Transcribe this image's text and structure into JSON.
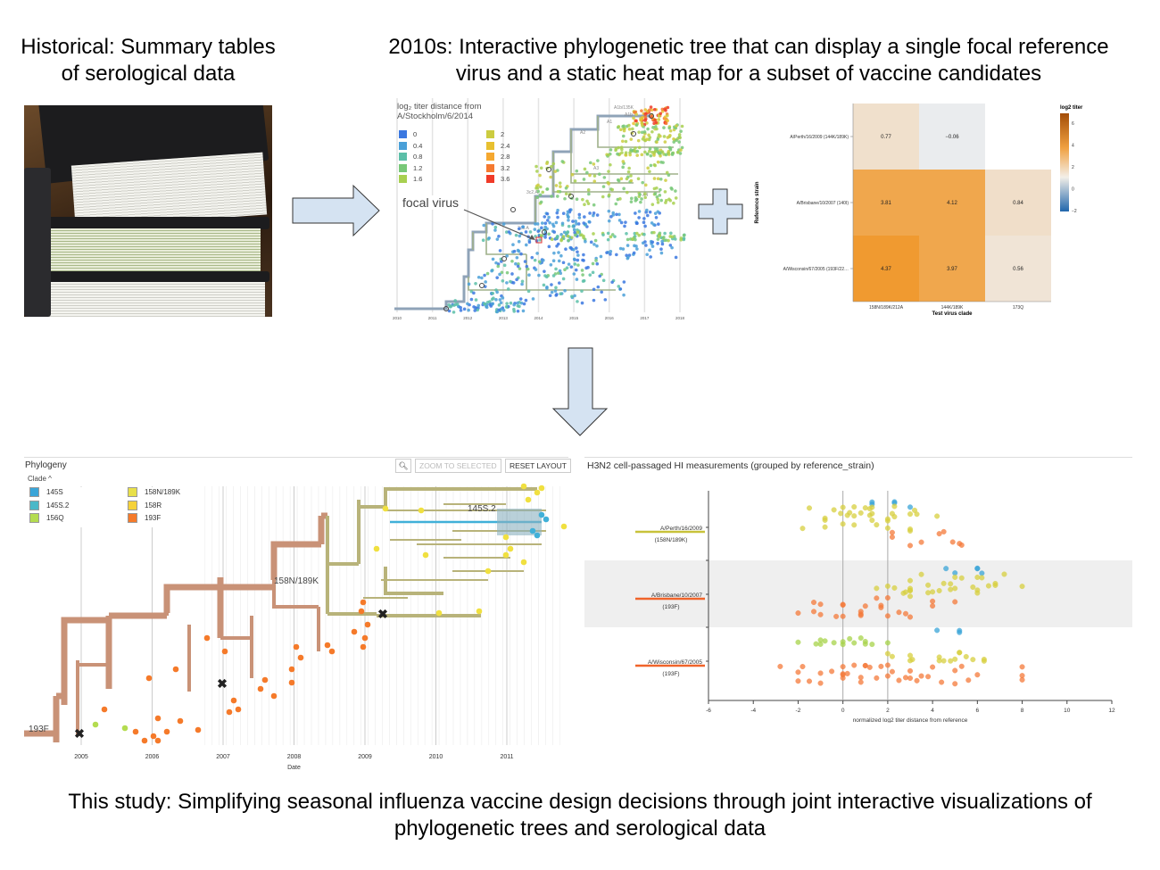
{
  "titles": {
    "historical": "Historical: Summary tables of serological data",
    "modern": "2010s: Interactive phylogenetic tree that can display a single focal reference virus and a static heat map for a subset of vaccine candidates",
    "study": "This study: Simplifying seasonal influenza vaccine design decisions through joint interactive visualizations of phylogenetic trees and serological data"
  },
  "tree_2010s": {
    "legend_title_line1": "log₂ titer distance from",
    "legend_title_line2": "A/Stockholm/6/2014",
    "legend": [
      {
        "value": "0",
        "color": "#3b78e0"
      },
      {
        "value": "0.4",
        "color": "#4aa0d8"
      },
      {
        "value": "0.8",
        "color": "#5cbfa8"
      },
      {
        "value": "1.2",
        "color": "#78c878"
      },
      {
        "value": "1.6",
        "color": "#a8d050"
      },
      {
        "value": "2",
        "color": "#cccc40"
      },
      {
        "value": "2.4",
        "color": "#e8c030"
      },
      {
        "value": "2.8",
        "color": "#f5a830"
      },
      {
        "value": "3.2",
        "color": "#f57a30"
      },
      {
        "value": "3.6",
        "color": "#f03a28"
      }
    ],
    "annotation": "focal virus",
    "clade_labels": [
      "A1b/135K",
      "A1b",
      "A1",
      "A2",
      "A3",
      "A4",
      "3c2.A",
      "3c3.A"
    ],
    "x_ticks": [
      "2010",
      "2011",
      "2012",
      "2013",
      "2014",
      "2015",
      "2016",
      "2017",
      "2018"
    ]
  },
  "heatmap": {
    "chart_data": {
      "type": "heatmap",
      "ylabel": "Reference strain",
      "xlabel": "Test virus clade",
      "rows": [
        "A/Perth/16/2009 (144K/189K)",
        "A/Brisbane/10/2007 (140I)",
        "A/Wisconsin/67/2005 (193F/22…"
      ],
      "columns": [
        "158N/189K/212A",
        "144K/189K",
        "173Q"
      ],
      "values": [
        [
          0.77,
          -0.06,
          null
        ],
        [
          3.81,
          4.12,
          0.84
        ],
        [
          4.37,
          3.97,
          0.56
        ]
      ],
      "labels": [
        [
          "0.77",
          "−0.06",
          ""
        ],
        [
          "3.81",
          "4.12",
          "0.84"
        ],
        [
          "4.37",
          "3.97",
          "0.56"
        ]
      ],
      "legend_title": "log2 titer",
      "legend_ticks": [
        "6",
        "4",
        "2",
        "0",
        "−2"
      ],
      "colors": {
        "low": "#2166ac",
        "mid": "#f0f0f0",
        "high": "#b35806"
      }
    }
  },
  "nextstrain": {
    "panel_title": "Phylogeny",
    "clade_label": "Clade",
    "zoom_icon": "magnifier-icon",
    "zoom_button": "ZOOM TO SELECTED",
    "reset_button": "RESET LAYOUT",
    "legend": [
      {
        "label": "145S",
        "color": "#3aa5d8"
      },
      {
        "label": "145S.2",
        "color": "#4ab8c8"
      },
      {
        "label": "156Q",
        "color": "#b4dc50"
      },
      {
        "label": "158N/189K",
        "color": "#e8e04a"
      },
      {
        "label": "158R",
        "color": "#f5d23a"
      },
      {
        "label": "193F",
        "color": "#f57a2a"
      }
    ],
    "branch_labels": {
      "a": "145S.2",
      "b": "158N/189K",
      "c": "193F"
    },
    "x_ticks": [
      "2005",
      "2006",
      "2007",
      "2008",
      "2009",
      "2010",
      "2011"
    ],
    "x_label": "Date"
  },
  "measurements": {
    "chart_data": {
      "type": "scatter",
      "title": "H3N2 cell-passaged HI measurements (grouped by reference_strain)",
      "xlabel": "normalized log2 titer distance from reference",
      "xlim": [
        -6,
        12
      ],
      "x_ticks": [
        "-6",
        "-4",
        "-2",
        "0",
        "2",
        "4",
        "6",
        "8",
        "10",
        "12"
      ],
      "reference_lines": [
        0,
        2
      ],
      "clade_colors": {
        "145S": "#3aa5d8",
        "158N/189K": "#d8d040",
        "156Q": "#a8d44a",
        "193F": "#f57a3a"
      },
      "groups": [
        {
          "name": "A/Perth/16/2009",
          "clade": "(158N/189K)",
          "color": "#c8c23a",
          "highlight": false,
          "points": {
            "145S": [
              1.3,
              1.3,
              2.3,
              2.3,
              3
            ],
            "158N/189K": [
              -1.8,
              -1.5,
              -0.8,
              -0.8,
              -0.8,
              -0.4,
              -0.1,
              0,
              0,
              0.2,
              0.3,
              0.5,
              0.5,
              0.5,
              0.8,
              1,
              1.2,
              1.2,
              1.3,
              1.3,
              1.3,
              1.5,
              2,
              2,
              2,
              2.2,
              2.3,
              2.3,
              3,
              3,
              3,
              3.2,
              3.3,
              4.2
            ],
            "193F": [
              2.2,
              2.2,
              3,
              3.5,
              4.3,
              4.5,
              4.9,
              5.2,
              5.3
            ]
          }
        },
        {
          "name": "A/Brisbane/10/2007",
          "clade": "(193F)",
          "color": "#f0642a",
          "highlight": true,
          "points": {
            "145S": [
              4.6,
              5,
              6,
              6,
              6.2
            ],
            "158N/189K": [
              1.5,
              2,
              2.3,
              2.7,
              2.8,
              3,
              3,
              3,
              3,
              3,
              3.5,
              3.8,
              3.8,
              4,
              4.3,
              4.5,
              4.8,
              4.8,
              5,
              5,
              5.3,
              5.8,
              6,
              6,
              6,
              6.2,
              6.5,
              6.8,
              6.8,
              7.2,
              8
            ],
            "193F": [
              -2,
              -1.3,
              -1.3,
              -1,
              -1,
              -0.3,
              0,
              0,
              0,
              0.8,
              0.8,
              0.8,
              1,
              1.5,
              1.7,
              1.7,
              2,
              2,
              2.5,
              2.8,
              3,
              4,
              4,
              5
            ]
          }
        },
        {
          "name": "A/Wisconsin/67/2005",
          "clade": "(193F)",
          "color": "#f0642a",
          "highlight": false,
          "points": {
            "145S": [
              4.2,
              5.2,
              5.2
            ],
            "156Q": [
              -2,
              -1.2,
              -1,
              -1,
              -0.8,
              -0.4,
              0,
              0,
              0.3,
              0.5,
              0.8,
              1,
              1,
              1.3,
              2
            ],
            "158N/189K": [
              2,
              2.2,
              3,
              3,
              3.1,
              4.3,
              4.3,
              4.5,
              4.8,
              5,
              5.2,
              5.2,
              5.5,
              5.8,
              6.3,
              6.3
            ],
            "193F": [
              -2.8,
              -2,
              -2,
              -1.8,
              -1.5,
              -1,
              -1,
              -0.5,
              0,
              0,
              0,
              0,
              0.2,
              0.5,
              0.8,
              0.8,
              1,
              1,
              1.2,
              1.5,
              1.7,
              2,
              2,
              2.2,
              2.5,
              2.8,
              3,
              3,
              3.3,
              3.5,
              3.8,
              4,
              4.4,
              5,
              5,
              5.3,
              5.6,
              6,
              8,
              8,
              8
            ]
          }
        }
      ]
    }
  }
}
